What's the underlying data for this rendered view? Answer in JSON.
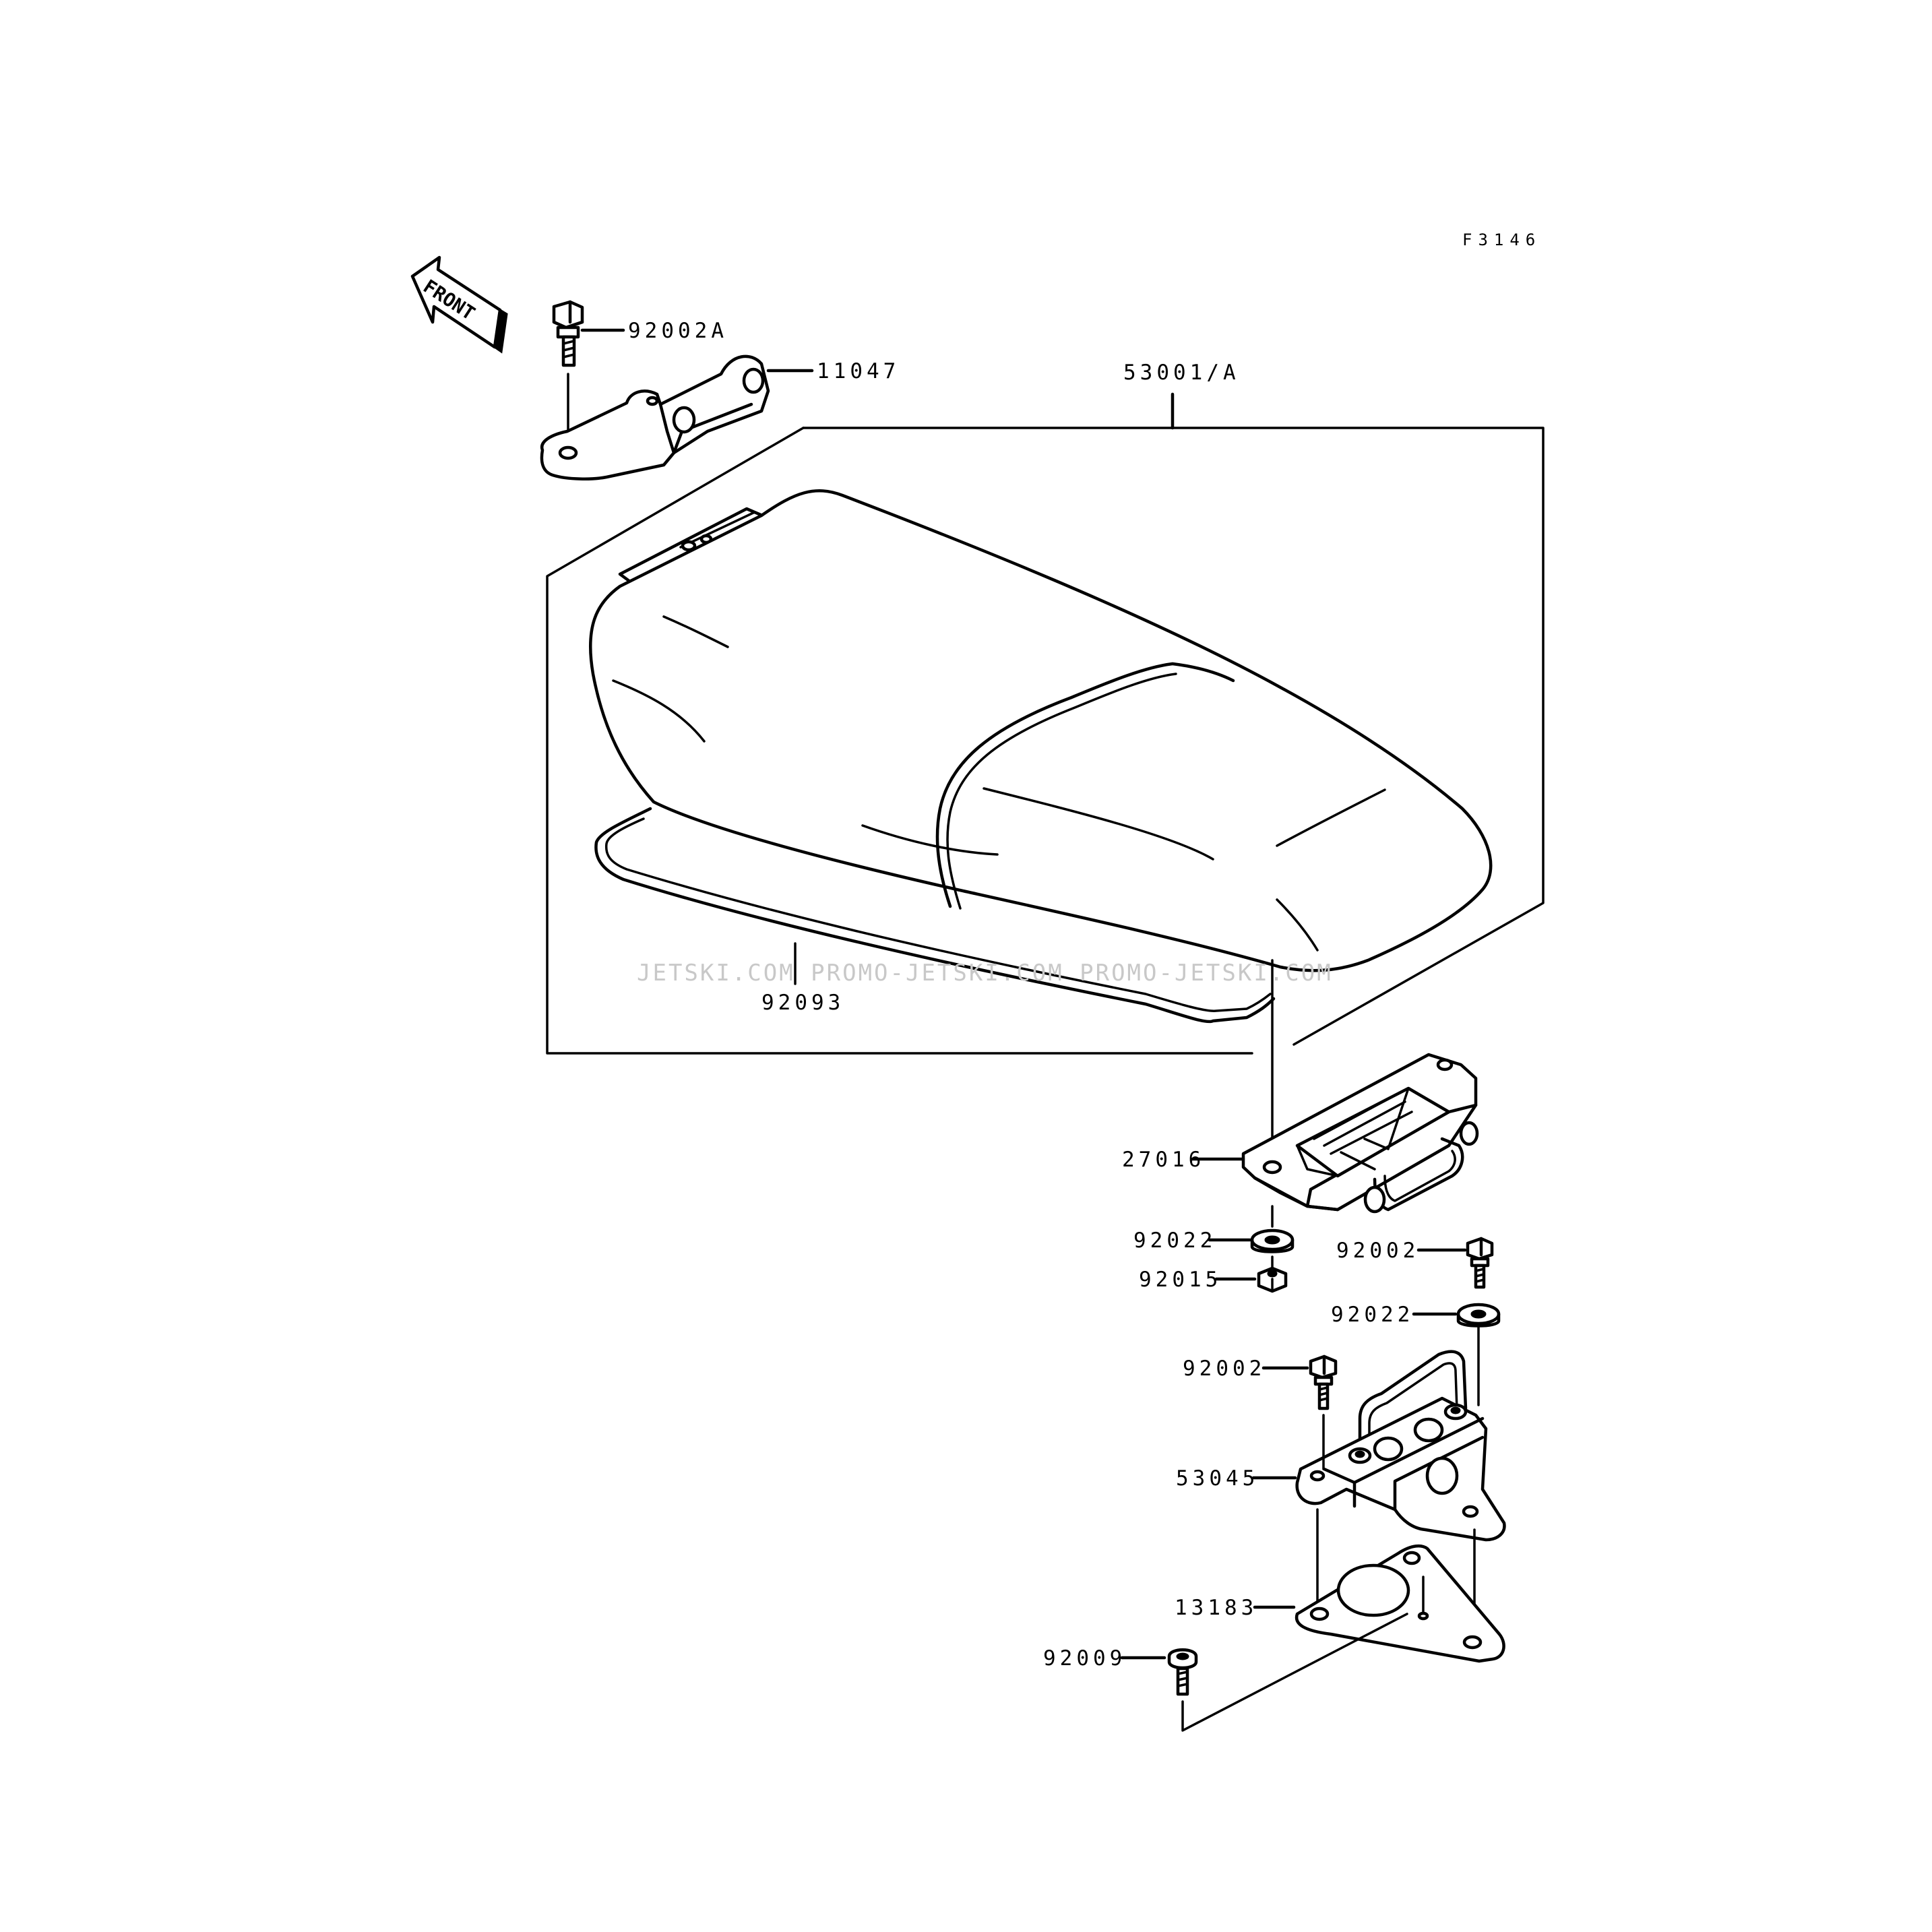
{
  "figure_code": "F3146",
  "front_label": "FRONT",
  "watermark": "JETSKI.COM  PROMO-JETSKI.COM  PROMO-JETSKI.COM",
  "parts": {
    "bolt_92002a": "92002A",
    "bracket_11047": "11047",
    "seat_assy": "53001/A",
    "seal_92093": "92093",
    "mount_27016": "27016",
    "washer_upper": "92022",
    "nut_92015": "92015",
    "bolt_right": "92002",
    "washer_right": "92022",
    "bolt_left": "92002",
    "bracket_53045": "53045",
    "gasket_13183": "13183",
    "screw_92009": "92009"
  },
  "colors": {
    "ink": "#000000",
    "background": "#ffffff",
    "watermark": "#c8c8c8"
  }
}
